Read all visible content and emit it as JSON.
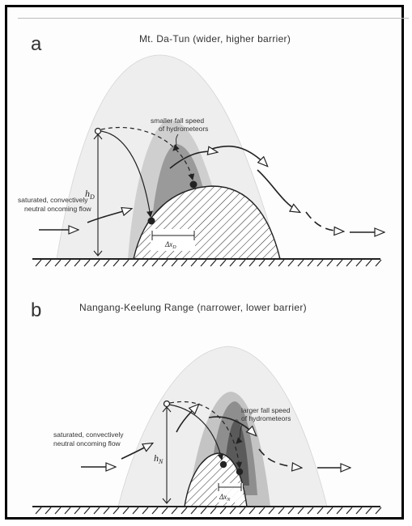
{
  "panel_a": {
    "letter": "a",
    "title": "Mt. Da-Tun (wider, higher barrier)",
    "flow_label": [
      "saturated, convectively",
      "neutral oncoming flow"
    ],
    "annotation": [
      "smaller fall speed",
      "of hydrometeors"
    ],
    "height_label": "h",
    "height_sub": "D",
    "dx_label": "Δx",
    "dx_sub": "D"
  },
  "panel_b": {
    "letter": "b",
    "title": "Nangang-Keelung Range (narrower, lower barrier)",
    "flow_label": [
      "saturated, convectively",
      "neutral oncoming flow"
    ],
    "annotation": [
      "larger fall speed",
      "of hydrometeors"
    ],
    "height_label": "h",
    "height_sub": "N",
    "dx_label": "Δx",
    "dx_sub": "N"
  },
  "colors": {
    "outer_cloud": "#eeeeee",
    "mid_cloud": "#c9c9c9",
    "inner_cloud_a": "#9a9a9a",
    "inner_cloud_b": "#8e8e8e",
    "core_cloud_b": "#5a5a5a",
    "line": "#222222"
  }
}
